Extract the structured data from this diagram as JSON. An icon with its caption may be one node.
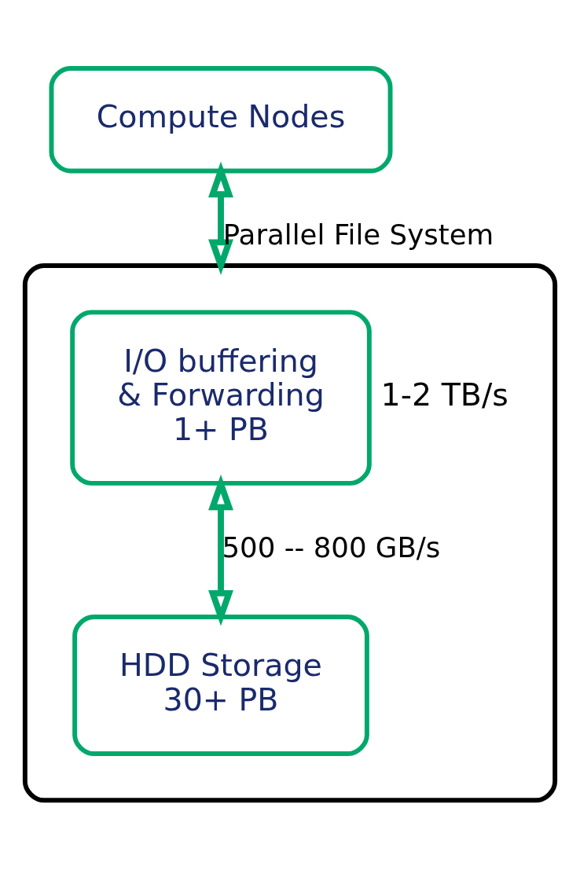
{
  "diagram": {
    "nodes": [
      {
        "text": [
          "Compute Nodes"
        ]
      },
      {
        "text": [],
        "shape": "box"
      },
      {
        "text": [
          "I/O buffering & Forwarding 1+ PB"
        ],
        "in": 1,
        "beside": [
          "1-2 TB/s"
        ]
      },
      {
        "text": [
          "HDD Storage 30+ PB"
        ],
        "in": 1
      }
    ],
    "edges": [
      {
        "from": 0,
        "to": 1,
        "arrow": "both",
        "label": "Parallel File System"
      },
      {
        "from": 2,
        "to": 3,
        "arrow": "both",
        "label": "500 -- 800 GB/s"
      }
    ]
  }
}
